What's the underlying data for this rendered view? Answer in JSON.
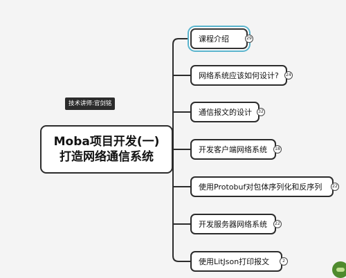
{
  "root": {
    "line1": "Moba项目开发(一)",
    "line2": "打造网络通信系统"
  },
  "instructor_tag": "技术讲师:官剑铭",
  "topics": [
    {
      "label": "课程介绍",
      "badge": "29",
      "selected": true
    },
    {
      "label": "网络系统应该如何设计?",
      "badge": "24",
      "selected": false
    },
    {
      "label": "通信报文的设计",
      "badge": "32",
      "selected": false
    },
    {
      "label": "开发客户端网络系统",
      "badge": "18",
      "selected": false
    },
    {
      "label": "使用Protobuf对包体序列化和反序列",
      "badge": "22",
      "selected": false
    },
    {
      "label": "开发服务器网络系统",
      "badge": "22",
      "selected": false
    },
    {
      "label": "使用LitJson打印报文",
      "badge": "2",
      "selected": false
    }
  ],
  "colors": {
    "background": "#f4f4f4",
    "line": "#2b2b2b",
    "selection": "#58b3cc",
    "tag_bg": "#2b2b2b"
  }
}
